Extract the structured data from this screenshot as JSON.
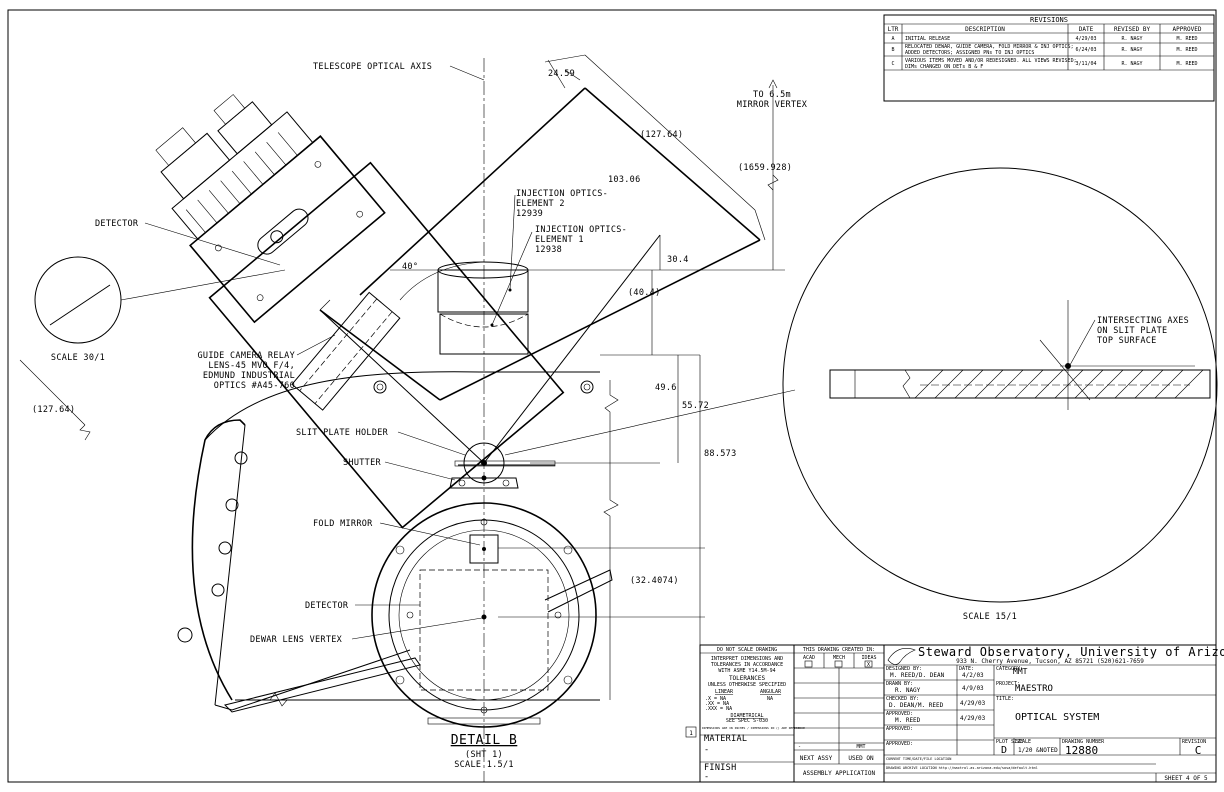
{
  "revisions": {
    "title": "REVISIONS",
    "headers": [
      "LTR",
      "DESCRIPTION",
      "DATE",
      "REVISED BY",
      "APPROVED"
    ],
    "rows": [
      {
        "ltr": "A",
        "desc1": "INITIAL RELEASE",
        "desc2": "",
        "date": "4/29/03",
        "by": "R. NAGY",
        "appr": "M. REED"
      },
      {
        "ltr": "B",
        "desc1": "RELOCATED DEWAR, GUIDE CAMERA, FOLD MIRROR & INJ OPTICS;",
        "desc2": "ADDED DETECTORS; ASSIGNED PNs TO INJ OPTICS",
        "date": "6/24/03",
        "by": "R. NAGY",
        "appr": "M. REED"
      },
      {
        "ltr": "C",
        "desc1": "VARIOUS ITEMS MOVED AND/OR REDESIGNED. ALL VIEWS REVISED;",
        "desc2": "DIMs CHANGED ON DETs B & F",
        "date": "3/11/04",
        "by": "R. NAGY",
        "appr": "M. REED"
      }
    ]
  },
  "labels": {
    "telescope_axis": "TELESCOPE OPTICAL AXIS",
    "to_vertex_1": "TO 6.5m",
    "to_vertex_2": "MIRROR VERTEX",
    "detector_top": "DETECTOR",
    "inj2_1": "INJECTION OPTICS-",
    "inj2_2": "ELEMENT 2",
    "inj2_3": "12939",
    "inj1_1": "INJECTION OPTICS-",
    "inj1_2": "ELEMENT 1",
    "inj1_3": "12938",
    "guide_1": "GUIDE CAMERA RELAY",
    "guide_2": "LENS-45 MVO F/4,",
    "guide_3": "EDMUND INDUSTRIAL",
    "guide_4": "OPTICS #A45-760",
    "slit_holder": "SLIT PLATE HOLDER",
    "shutter": "SHUTTER",
    "fold_mirror": "FOLD MIRROR",
    "detector_bottom": "DETECTOR",
    "dewar_vertex": "DEWAR LENS VERTEX",
    "intersect_1": "INTERSECTING AXES",
    "intersect_2": "ON SLIT PLATE",
    "intersect_3": "TOP SURFACE",
    "scale_left": "SCALE 30/1",
    "scale_right": "SCALE 15/1",
    "detail_title": "DETAIL B",
    "detail_sht": "(SHT 1)",
    "detail_scale": "SCALE 1.5/1"
  },
  "dimensions": {
    "d_24_59": "24.59",
    "d_127_64_top": "(127.64)",
    "d_103_06": "103.06",
    "d_1659": "(1659.928)",
    "d_30_4": "30.4",
    "d_40_4": "(40.4)",
    "d_40deg": "40°",
    "d_49_6": "49.6",
    "d_55_72": "55.72",
    "d_88_573": "88.573",
    "d_32_4074": "(32.4074)",
    "d_127_64_left": "(127.64)"
  },
  "title_block": {
    "noscale": "DO NOT SCALE DRAWING",
    "interpret_1": "INTERPRET DIMENSIONS AND",
    "interpret_2": "TOLERANCES IN ACCORDANCE",
    "interpret_3": "WITH ASME Y14.5M-94",
    "tolerances": "TOLERANCES",
    "unless": "UNLESS OTHERWISE SPECIFIED",
    "linear": "LINEAR",
    "angular": "ANGULAR",
    "tol_x": ".X   = NA",
    "tol_xx": ".XX  = NA",
    "tol_xxx": ".XXX = NA",
    "tol_ang": "NA",
    "diametral": "DIAMETRICAL",
    "see_spec": "SEE SPEC S-030",
    "dims_note": "DIMENSIONS ARE IN INCHES / DIMENSIONS IN () ARE REFERENCE",
    "material": "MATERIAL",
    "material_val": "-",
    "finish": "FINISH",
    "finish_val": "-",
    "created_in": "THIS DRAWING CREATED IN:",
    "acad": "ACAD",
    "mech": "MECH",
    "ideas": "IDEAS",
    "ideas_mark": "X",
    "next_assy_val": "-",
    "used_on_val": "MMT",
    "next_assy": "NEXT ASSY",
    "used_on": "USED ON",
    "assembly_app": "ASSEMBLY APPLICATION",
    "org": "Steward Observatory, University of Arizona",
    "address": "933 N. Cherry Avenue, Tucson, AZ  85721   (520)621-7659",
    "designed_by_lbl": "DESIGNED BY:",
    "designed_by": "M. REED/D. DEAN",
    "date_lbl": "DATE:",
    "designed_date": "4/2/03",
    "category_lbl": "CATEGORY:",
    "category": "MMT",
    "drawn_by_lbl": "DRAWN BY:",
    "drawn_by": "R. NAGY",
    "drawn_date": "4/9/03",
    "project_lbl": "PROJECT:",
    "project": "MAESTRO",
    "checked_by_lbl": "CHECKED BY:",
    "checked_by": "D. DEAN/M. REED",
    "checked_date": "4/29/03",
    "title_lbl": "TITLE:",
    "approved_lbl": "APPROVED:",
    "approved_by": "M. REED",
    "approved_date": "4/29/03",
    "title": "OPTICAL SYSTEM",
    "approved_lbl2": "APPROVED:",
    "approved_lbl3": "APPROVED:",
    "approved_lbl4": "APPROVED:",
    "plot_size_lbl": "PLOT SIZE",
    "plot_size": "D",
    "scale_lbl": "SCALE",
    "scale": "1/20 &NOTED",
    "dwg_num_lbl": "DRAWING NUMBER",
    "dwg_num": "12880",
    "revision_lbl": "REVISION",
    "revision": "C",
    "current_time": "CURRENT TIME/DATE/FILE LOCATION",
    "archive": "DRAWING ARCHIVE LOCATION  http://maxtrol.as.arizona.edu/sosa/default.html",
    "sheet": "SHEET 4 OF 5",
    "note_num": "1"
  }
}
